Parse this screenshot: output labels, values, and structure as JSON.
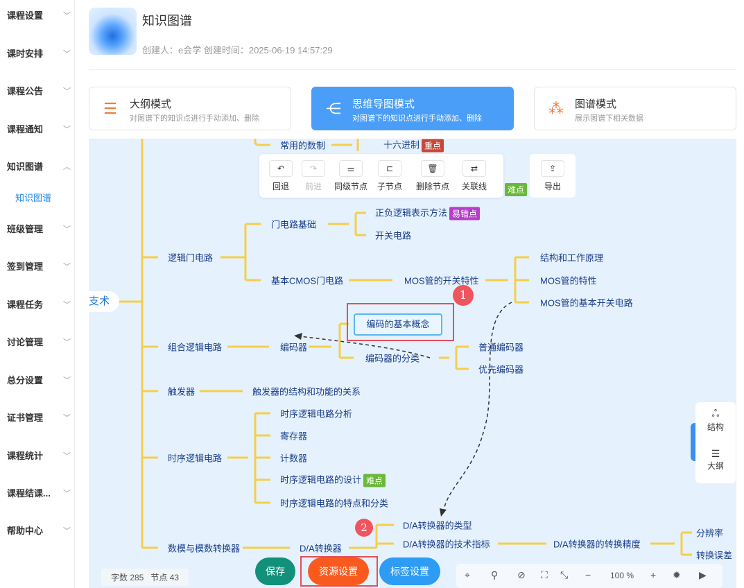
{
  "sidebar": {
    "items": [
      {
        "label": "课程设置"
      },
      {
        "label": "课时安排"
      },
      {
        "label": "课程公告"
      },
      {
        "label": "课程通知"
      },
      {
        "label": "知识图谱"
      },
      {
        "label": "班级管理"
      },
      {
        "label": "签到管理"
      },
      {
        "label": "课程任务"
      },
      {
        "label": "讨论管理"
      },
      {
        "label": "总分设置"
      },
      {
        "label": "证书管理"
      },
      {
        "label": "课程统计"
      },
      {
        "label": "课程结课..."
      },
      {
        "label": "帮助中心"
      }
    ],
    "sub_item": "知识图谱"
  },
  "header": {
    "title": "知识图谱",
    "meta": "创建人：e会学 创建时间：2025-06-19 14:57:29"
  },
  "modes": [
    {
      "title": "大纲模式",
      "desc": "对图谱下的知识点进行手动添加、删除"
    },
    {
      "title": "思维导图模式",
      "desc": "对图谱下的知识点进行手动添加、删除"
    },
    {
      "title": "图谱模式",
      "desc": "展示图谱下相关数据"
    }
  ],
  "toolbar": {
    "undo": "回退",
    "redo": "前进",
    "sibling": "同级节点",
    "child": "子节点",
    "delete": "删除节点",
    "relation": "关联线",
    "export": "导出"
  },
  "map": {
    "root": "支术",
    "nodes": [
      "常用的数制",
      "十六进制",
      "逻辑门电路",
      "门电路基础",
      "正负逻辑表示方法",
      "开关电路",
      "基本CMOS门电路",
      "MOS管的开关特性",
      "结构和工作原理",
      "MOS管的特性",
      "MOS管的基本开关电路",
      "组合逻辑电路",
      "编码器",
      "编码的基本概念",
      "编码器的分类",
      "普通编码器",
      "优先编码器",
      "触发器",
      "触发器的结构和功能的关系",
      "时序逻辑电路",
      "时序逻辑电路分析",
      "寄存器",
      "计数器",
      "时序逻辑电路的设计",
      "时序逻辑电路的特点和分类",
      "数模与模数转换器",
      "D/A转换器",
      "D/A转换器的类型",
      "D/A转换器的技术指标",
      "D/A转换器的转换精度",
      "分辨率",
      "转换误差"
    ],
    "tags": {
      "key": "重点",
      "error": "易错点",
      "hard": "难点",
      "hard2": "难点"
    }
  },
  "annotations": {
    "one": "1",
    "two": "2"
  },
  "stats": {
    "words": "字数 285",
    "nodes": "节点 43"
  },
  "buttons": {
    "save": "保存",
    "resource": "资源设置",
    "label": "标签设置"
  },
  "zoom": {
    "value": "100 %",
    "minus": "−",
    "plus": "+"
  },
  "right_panel": {
    "structure": "结构",
    "outline": "大纲"
  },
  "colors": {
    "accent": "#4a9ef7",
    "save": "#11907a",
    "resource": "#fa5a1e",
    "label": "#2d9cf5",
    "line": "#f5cf4a"
  }
}
